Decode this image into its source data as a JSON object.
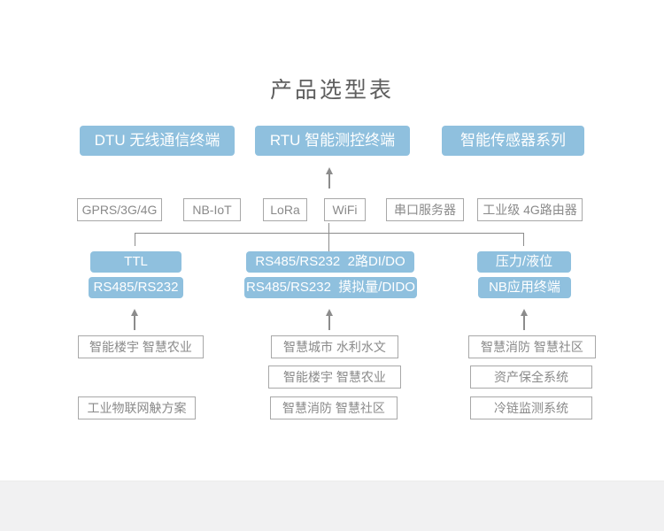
{
  "page": {
    "title": "产品选型表"
  },
  "colors": {
    "node_blue": "#8fc0de",
    "node_text": "#ffffff",
    "outline_gray": "#a8a8a8",
    "label_gray": "#8a8a8a",
    "line_gray": "#8c8c8c",
    "title_gray": "#5e5e5e",
    "footer_bg": "#f1f1f2"
  },
  "terminal_row": [
    {
      "label": "DTU 无线通信终端"
    },
    {
      "label": "RTU 智能测控终端"
    },
    {
      "label": "智能传感器系列"
    }
  ],
  "connectivity_row": {
    "items": [
      "GPRS/3G/4G",
      "NB-IoT",
      "LoRa",
      "WiFi",
      "串口服务器",
      "工业级 4G路由器"
    ]
  },
  "interface_nodes": {
    "left": [
      "TTL",
      "RS485/RS232"
    ],
    "middle": [
      "RS485/RS232  2路DI/DO",
      "RS485/RS232  摸拟量/DIDO"
    ],
    "right": [
      "压力/液位",
      "NB应用终端"
    ]
  },
  "application_boxes": {
    "left": [
      "智能楼宇 智慧农业",
      "工业物联网觖方案"
    ],
    "middle": [
      "智慧城市 水利水文",
      "智能楼宇 智慧农业",
      "智慧消防 智慧社区"
    ],
    "right": [
      "智慧消防 智慧社区",
      "资产保全系统",
      "冷链监测系统"
    ]
  }
}
